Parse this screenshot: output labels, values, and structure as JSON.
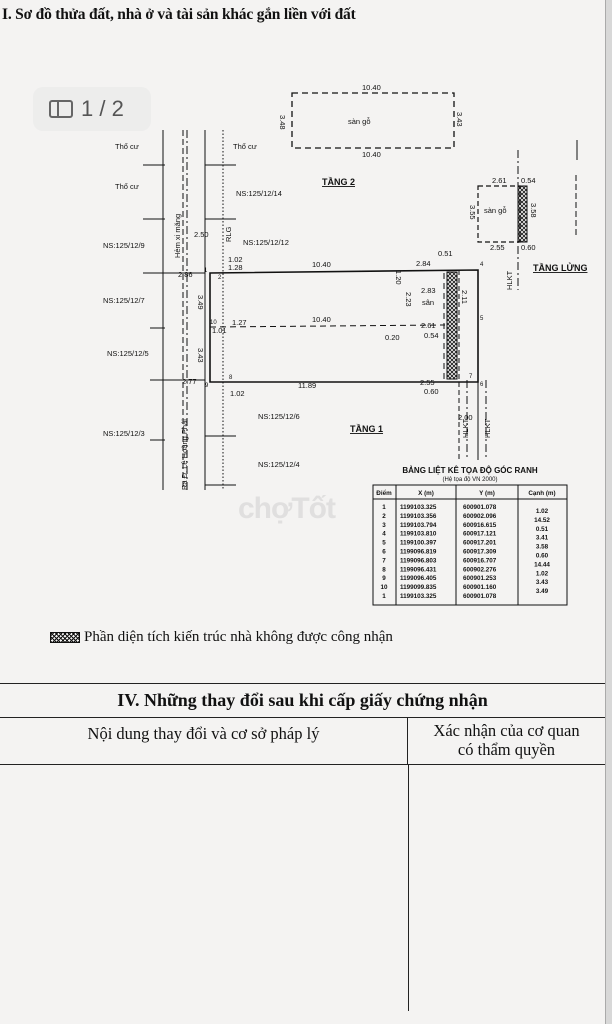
{
  "section_title": "I. Sơ đồ thửa đất, nhà ở và tài sản khác gắn liền với đất",
  "page_indicator": "1 / 2",
  "watermark": "chợTốt",
  "plan": {
    "floor2": {
      "label": "TẦNG 2",
      "room": "sàn gỗ",
      "top": "10.40",
      "bottom": "10.40",
      "left": "3.48",
      "right": "3.43"
    },
    "mezzanine": {
      "label": "TẦNG LỬNG",
      "room": "sàn gỗ",
      "top": "2.61",
      "top_right": "0.54",
      "bottom": "2.55",
      "bottom_right": "0.60",
      "left": "3.55",
      "right": "3.58",
      "hlkt": "HLKT"
    },
    "floor1": {
      "label": "TẦNG 1"
    },
    "parcels": [
      "Thổ cư",
      "Thổ cư",
      "Thổ cư",
      "NS:125/12/14",
      "NS:125/12/12",
      "NS:125/12/9",
      "NS:125/12/7",
      "NS:125/12/5",
      "NS:125/12/3",
      "NS:125/12/6",
      "NS:125/12/4"
    ],
    "road_alley": "Hẻm xi măng",
    "road_main": "Ra Đ. Lê Hoàng Phái",
    "rlg": "RLG",
    "hlkt": "HLKT",
    "dims": {
      "d250": "2.50",
      "d102a": "1.02",
      "d128": "1.28",
      "d1040a": "10.40",
      "d284": "2.84",
      "d051": "0.51",
      "d286": "2.86",
      "d349": "3.49",
      "d120": "1.20",
      "d283": "2.83",
      "d223": "2.23",
      "san": "sân",
      "d127": "1.27",
      "d101": "1.01",
      "d1040b": "10.40",
      "d261": "2.61",
      "d054": "0.54",
      "d020": "0.20",
      "d211": "2.11",
      "d343": "3.43",
      "d277": "2.77",
      "d1189": "11.89",
      "d255": "2.55",
      "d060": "0.60",
      "d102b": "1.02",
      "d200": "2.00"
    },
    "points": [
      "1",
      "2",
      "4",
      "5",
      "6",
      "7",
      "8",
      "9",
      "10"
    ]
  },
  "coord_table": {
    "title": "BẢNG LIỆT KÊ TỌA ĐỘ GÓC RANH",
    "subtitle": "(Hệ tọa độ VN 2000)",
    "headers": [
      "Điểm",
      "X (m)",
      "Y (m)",
      "Cạnh (m)"
    ],
    "rows": [
      {
        "p": "1",
        "x": "1199103.325",
        "y": "600901.078"
      },
      {
        "p": "2",
        "x": "1199103.356",
        "y": "600902.096"
      },
      {
        "p": "3",
        "x": "1199103.794",
        "y": "600916.615"
      },
      {
        "p": "4",
        "x": "1199103.810",
        "y": "600917.121"
      },
      {
        "p": "5",
        "x": "1199100.397",
        "y": "600917.201"
      },
      {
        "p": "6",
        "x": "1199096.819",
        "y": "600917.309"
      },
      {
        "p": "7",
        "x": "1199096.803",
        "y": "600916.707"
      },
      {
        "p": "8",
        "x": "1199096.431",
        "y": "600902.276"
      },
      {
        "p": "9",
        "x": "1199096.405",
        "y": "600901.253"
      },
      {
        "p": "10",
        "x": "1199099.835",
        "y": "600901.160"
      },
      {
        "p": "1",
        "x": "1199103.325",
        "y": "600901.078"
      }
    ],
    "edges": [
      "1.02",
      "14.52",
      "0.51",
      "3.41",
      "3.58",
      "0.60",
      "14.44",
      "1.02",
      "3.43",
      "3.49"
    ]
  },
  "legend": "Phần diện tích kiến trúc nhà không được công nhận",
  "section4": {
    "title": "IV. Những thay đổi sau khi cấp giấy chứng nhận",
    "col1": "Nội dung thay đổi và cơ sở pháp lý",
    "col2_line1": "Xác nhận của cơ quan",
    "col2_line2": "có thẩm quyền"
  }
}
